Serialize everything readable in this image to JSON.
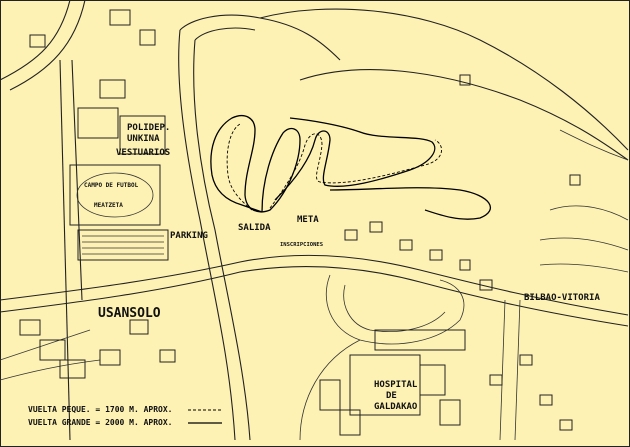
{
  "colors": {
    "map_background": "#fdf2b4",
    "ink": "#1a1a1a"
  },
  "labels": {
    "polideportivo": [
      "POLIDEP.",
      "UNKINA"
    ],
    "vestuarios": "VESTUARIOS",
    "campo_futbol": "CAMPO DE FUTBOL",
    "meatzeta": "MEATZETA",
    "parking": "PARKING",
    "salida": "SALIDA",
    "meta": "META",
    "inscripciones": "INSCRIPCIONES",
    "usansolo": "USANSOLO",
    "bilbao_vitoria": "BILBAO-VITORIA",
    "hospital": [
      "HOSPITAL",
      "DE",
      "GALDAKAO"
    ]
  },
  "legend": {
    "rows": [
      {
        "text": "VUELTA PEQUE. = 1700 M. APROX.",
        "line_style": "dashed"
      },
      {
        "text": "VUELTA GRANDE = 2000 M. APROX.",
        "line_style": "solid"
      }
    ]
  }
}
